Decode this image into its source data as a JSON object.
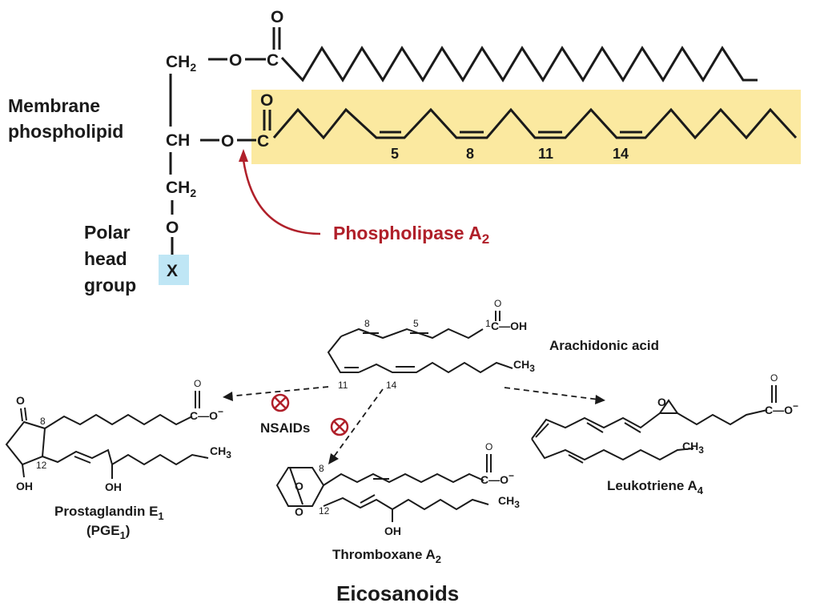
{
  "top": {
    "label_line1": "Membrane",
    "label_line2": "phospholipid",
    "ch2_top": "CH",
    "sub_2": "2",
    "ch_mid": "CH",
    "ch2_bottom": "CH",
    "oxygen": "O",
    "carbon": "C",
    "x_group": "X",
    "polar_line1": "Polar",
    "polar_line2": "head",
    "polar_line3": "group",
    "double_bond_positions": [
      "5",
      "8",
      "11",
      "14"
    ],
    "enzyme_label": "Phospholipase A",
    "enzyme_sub": "2",
    "highlight_color": "#fbe9a0",
    "x_box_color": "#bfe6f5",
    "enzyme_color": "#b0202a"
  },
  "arachidonic": {
    "name": "Arachidonic acid",
    "carbon_labels": [
      "8",
      "5",
      "1",
      "11",
      "14"
    ],
    "cooh": "C—OH",
    "o": "O",
    "ch3": "CH",
    "sub_3": "3"
  },
  "nsaids": {
    "label": "NSAIDs",
    "symbol": "⊗"
  },
  "pge1": {
    "name_line1": "Prostaglandin E",
    "name_sub": "1",
    "name_line2": "(PGE",
    "name_line2_sub": "1",
    "name_line2_end": ")",
    "ring_numbers": [
      "8",
      "12"
    ],
    "oh": "OH",
    "o": "O",
    "coo": "C—O",
    "minus": "−",
    "ch3": "CH",
    "sub_3": "3"
  },
  "thromboxane": {
    "name": "Thromboxane A",
    "name_sub": "2",
    "ring_numbers": [
      "8",
      "12"
    ],
    "oh": "OH",
    "o": "O",
    "coo": "C—O",
    "minus": "−",
    "ch3": "CH",
    "sub_3": "3"
  },
  "leukotriene": {
    "name": "Leukotriene  A",
    "name_sub": "4",
    "o": "O",
    "coo": "C—O",
    "minus": "−",
    "ch3": "CH",
    "sub_3": "3"
  },
  "footer": {
    "title": "Eicosanoids"
  }
}
